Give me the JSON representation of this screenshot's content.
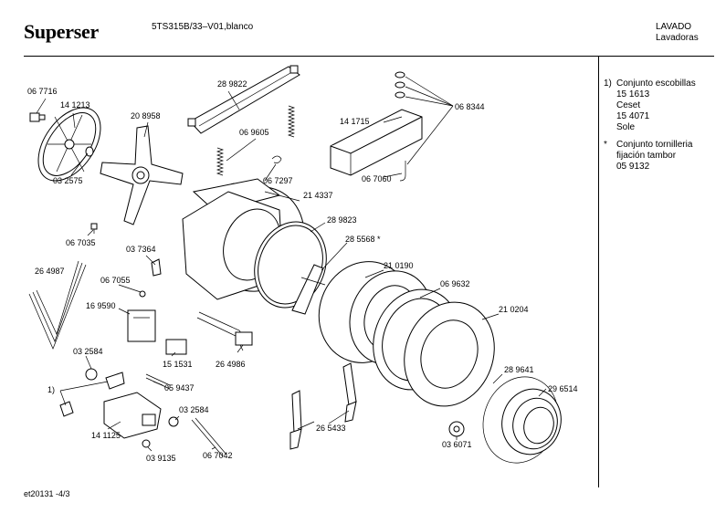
{
  "header": {
    "brand": "Superser",
    "model": "5TS315B/33–V01,blanco",
    "category": "LAVADO",
    "subcategory": "Lavadoras"
  },
  "footer": {
    "page_ref": "et20131 -4/3"
  },
  "notes": {
    "note1": {
      "marker": "1)",
      "lines": [
        "Conjunto escobillas",
        "15 1613",
        "Ceset",
        "15 4071",
        "Sole"
      ]
    },
    "note2": {
      "marker": "*",
      "lines": [
        "Conjunto tornilleria",
        "fijación  tambor",
        "05 9132"
      ]
    }
  },
  "parts": {
    "p067716": "06 7716",
    "p141213": "14 1213",
    "p032575": "03 2575",
    "p208958": "20 8958",
    "p067035": "06 7035",
    "p289822": "28 9822",
    "p069605": "06 9605",
    "p067297": "06 7297",
    "p214337": "21 4337",
    "p141715": "14 1715",
    "p068344": "06 8344",
    "p067060": "06 7060",
    "p289823": "28 9823",
    "p285568": "28 5568 *",
    "p037364": "03 7364",
    "p264987": "26 4987",
    "p067055": "06 7055",
    "p169590": "16 9590",
    "p210190": "21 0190",
    "p069632": "06 9632",
    "p210204": "21 0204",
    "p032584a": "03 2584",
    "p151531": "15 1531",
    "p264986": "26 4986",
    "p059437": "05 9437",
    "p1": "1)",
    "p289641": "28 9641",
    "p296514": "29 6514",
    "p141125": "14 1125",
    "p032584b": "03 2584",
    "p265433": "26 5433",
    "p036071": "03 6071",
    "p039135": "03 9135",
    "p067042": "06 7042"
  }
}
